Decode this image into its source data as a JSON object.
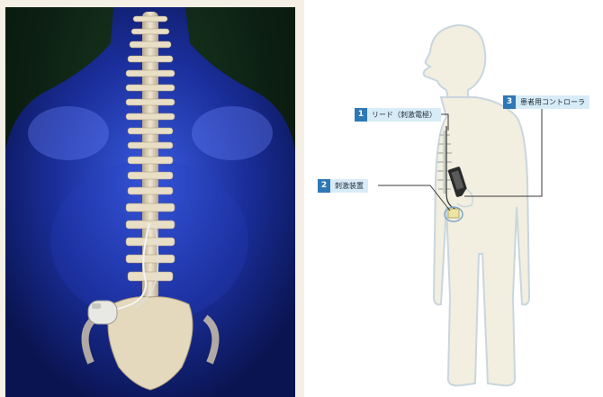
{
  "photo": {
    "alt_subject": "spine-stimulator-photo"
  },
  "diagram": {
    "callouts": [
      {
        "number": "1",
        "label": "リード（刺激電極）"
      },
      {
        "number": "2",
        "label": "刺激装置"
      },
      {
        "number": "3",
        "label": "患者用コントローラ"
      }
    ]
  },
  "colors": {
    "badge_blue": "#2f78b7",
    "label_bg": "#d8ecf7",
    "figure_fill": "#f2eee0",
    "figure_stroke": "#c9d6de",
    "leader_line": "#3a3a3a"
  }
}
